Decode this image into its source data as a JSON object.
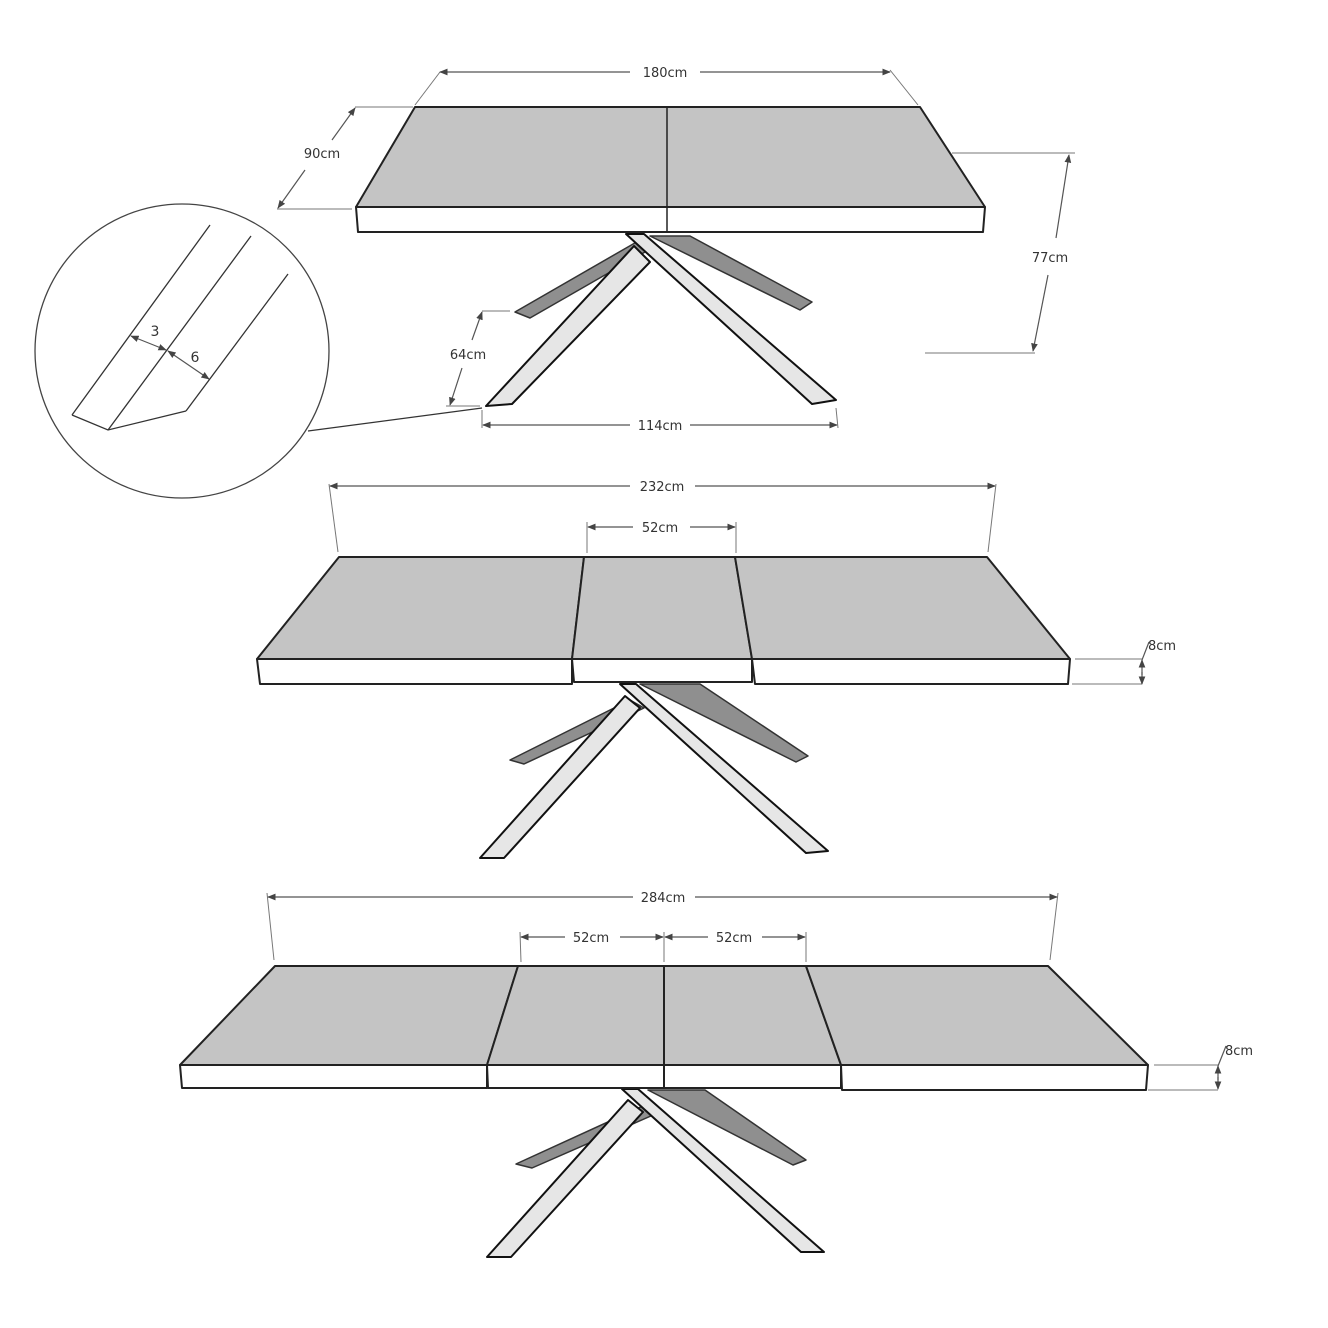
{
  "diagram": {
    "subject": "Extendable dining table with crossed star legs - dimension drawing",
    "colors": {
      "tabletop": "#c4c4c4",
      "edge": "#ffffff",
      "leg_front": "#e6e6e6",
      "leg_back": "#8f8f8f",
      "line": "#222222",
      "dimension_line": "#555555"
    },
    "closed": {
      "length_label": "180cm",
      "depth_label": "90cm",
      "height_label": "77cm",
      "leg_height_label": "64cm",
      "leg_span_label": "114cm"
    },
    "detail_callout": {
      "leg_profile_dim_a": "3",
      "leg_profile_dim_b": "6"
    },
    "extended_one": {
      "length_label": "232cm",
      "extension_label": "52cm",
      "thickness_label": "8cm"
    },
    "extended_two": {
      "length_label": "284cm",
      "extension_left_label": "52cm",
      "extension_right_label": "52cm",
      "thickness_label": "8cm"
    }
  }
}
